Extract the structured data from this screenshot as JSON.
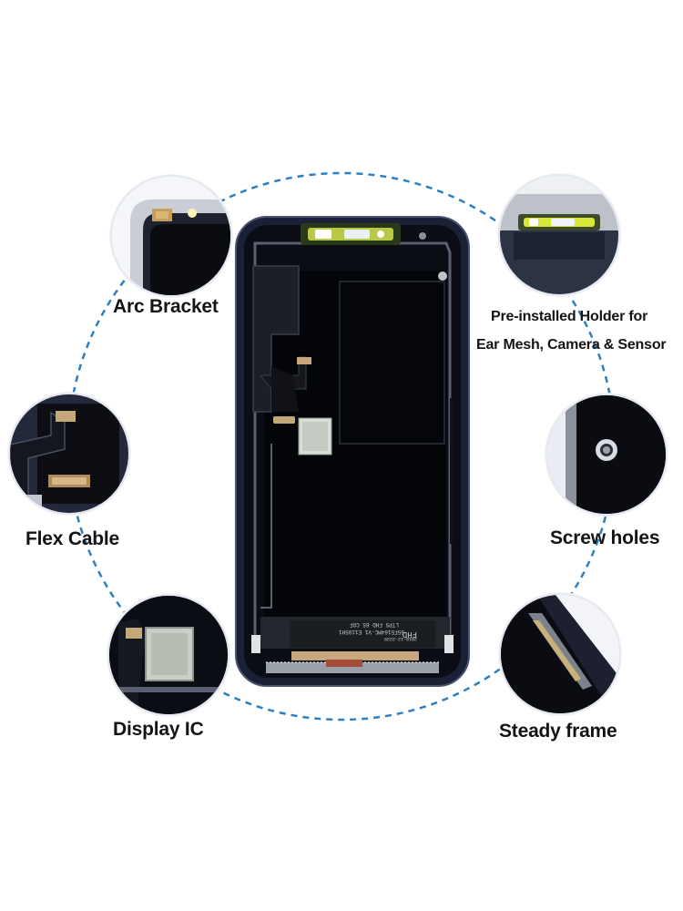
{
  "features": [
    {
      "label": "Arc Bracket",
      "icon": "arc-bracket-closeup"
    },
    {
      "label": "Flex Cable",
      "icon": "flex-cable-closeup"
    },
    {
      "label": "Display IC",
      "icon": "display-ic-closeup"
    },
    {
      "label": "Pre-installed Holder for",
      "label_line2": "Ear Mesh, Camera & Sensor",
      "icon": "holder-closeup"
    },
    {
      "label": "Screw holes",
      "icon": "screw-hole-closeup"
    },
    {
      "label": "Steady frame",
      "icon": "frame-closeup"
    }
  ],
  "panel_print": {
    "line1": "FHD",
    "line2": "LTPS FHD 6S COF",
    "line3": "65F5164MC-V1 E110SH1",
    "line4": "2018-12-2220"
  },
  "colors": {
    "ring": "#2d7fbf",
    "panel": "#040508",
    "frame": "#1a2036",
    "accent_yellow": "#d8e83a"
  }
}
